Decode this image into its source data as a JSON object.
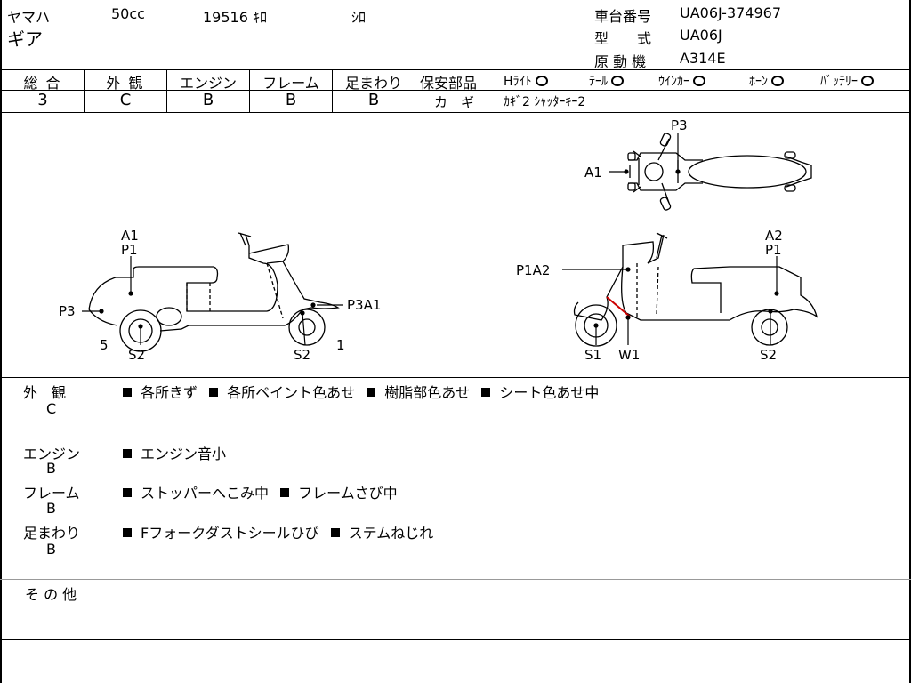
{
  "header": {
    "maker": "ヤマハ",
    "displacement": "50cc",
    "mileage": "19516 ｷﾛ",
    "color": "ｼﾛ",
    "model_name": "ギア",
    "frame_no_label": "車台番号",
    "frame_no": "UA06J-374967",
    "type_label": "型　　式",
    "type": "UA06J",
    "engine_label": "原 動 機",
    "engine": "A314E"
  },
  "grades": [
    {
      "label": "総 合",
      "value": "3"
    },
    {
      "label": "外 観",
      "value": "C"
    },
    {
      "label": "エンジン",
      "value": "B"
    },
    {
      "label": "フレーム",
      "value": "B"
    },
    {
      "label": "足まわり",
      "value": "B"
    }
  ],
  "safety": {
    "label": "保安部品",
    "items": [
      {
        "name": "Hﾗｲﾄ"
      },
      {
        "name": "ﾃｰﾙ"
      },
      {
        "name": "ｳｲﾝｶｰ"
      },
      {
        "name": "ﾎｰﾝ"
      },
      {
        "name": "ﾊﾞｯﾃﾘｰ"
      }
    ],
    "key_label": "カ　ギ",
    "key_value": "ｶｷﾞ2 ｼｬｯﾀｰｷｰ2"
  },
  "diagram_labels": {
    "top_p3": "P3",
    "top_a1": "A1",
    "left_a1": "A1",
    "left_p1": "P1",
    "left_p3": "P3",
    "left_p3a1": "P3A1",
    "left_5": "5",
    "left_1": "1",
    "left_s2a": "S2",
    "left_s2b": "S2",
    "right_a2": "A2",
    "right_p1": "P1",
    "right_p1a2": "P1A2",
    "right_s1": "S1",
    "right_w1": "W1",
    "right_s2": "S2"
  },
  "sections": [
    {
      "label": "外　観",
      "grade": "C",
      "notes": [
        "各所きず",
        "各所ペイント色あせ",
        "樹脂部色あせ",
        "シート色あせ中"
      ]
    },
    {
      "label": "エンジン",
      "grade": "B",
      "notes": [
        "エンジン音小"
      ]
    },
    {
      "label": "フレーム",
      "grade": "B",
      "notes": [
        "ストッパーへこみ中",
        "フレームさび中"
      ]
    },
    {
      "label": "足まわり",
      "grade": "B",
      "notes": [
        "Fフォークダストシールひび",
        "ステムねじれ"
      ]
    },
    {
      "label": "そ の 他",
      "grade": "",
      "notes": []
    }
  ]
}
